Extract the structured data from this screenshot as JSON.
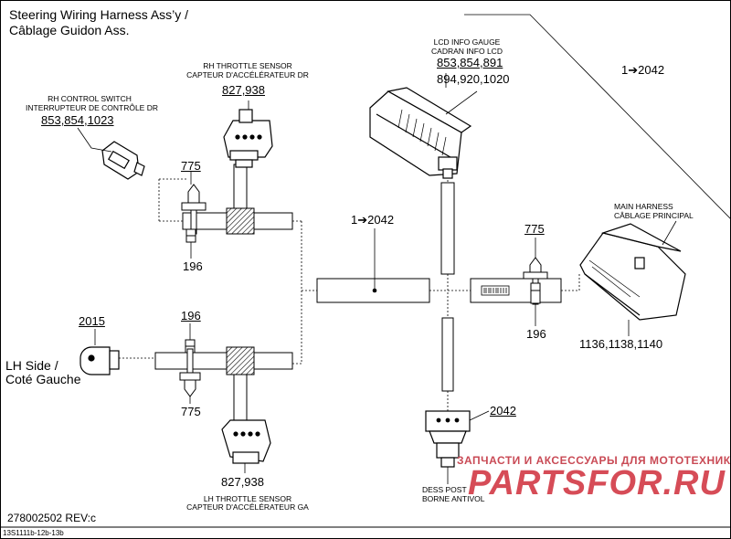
{
  "header": {
    "title_en": "Steering Wiring Harness Ass’y /",
    "title_fr": "Câblage Guidon Ass."
  },
  "components": {
    "lcd": {
      "label_en": "LCD INFO GAUGE",
      "label_fr": "CADRAN INFO LCD",
      "parts_1": "853,854,891",
      "parts_2": "894,920,1020"
    },
    "rh_throttle": {
      "label_en": "RH THROTTLE SENSOR",
      "label_fr": "CAPTEUR D'ACCÉLÉRATEUR DR",
      "parts": "827,938"
    },
    "rh_switch": {
      "label_en": "RH CONTROL SWITCH",
      "label_fr": "INTERRUPTEUR DE CONTRÔLE DR",
      "parts": "853,854,1023"
    },
    "main_harness": {
      "label_en": "MAIN HARNESS",
      "label_fr": "CÂBLAGE PRINCIPAL",
      "parts": "1136,1138,1140"
    },
    "lh_throttle": {
      "label_en": "LH THROTTLE SENSOR",
      "label_fr": "CAPTEUR D'ACCÉLÉRATEUR GA",
      "parts": "827,938"
    },
    "dess": {
      "label_en": "DESS POST",
      "label_fr": "BORNE ANTIVOL",
      "parts": "2042"
    },
    "lh_side": {
      "label_en": "LH Side /",
      "label_fr": "Coté Gauche",
      "parts": "2015"
    }
  },
  "callouts": {
    "top_right": "1➔2042",
    "center": "1➔2042",
    "rh_tie": "775",
    "rh_clip": "196",
    "lh_clip": "196",
    "lh_tie": "775",
    "right_tie": "775",
    "right_clip": "196"
  },
  "footer": {
    "ref": "278002502 REV:c",
    "code": "13S1111b-12b-13b"
  },
  "watermark": {
    "line1": "ЗАПЧАСТИ И АКСЕССУАРЫ ДЛЯ МОТОТЕХНИКИ",
    "line2": "PARTSFOR.RU"
  }
}
